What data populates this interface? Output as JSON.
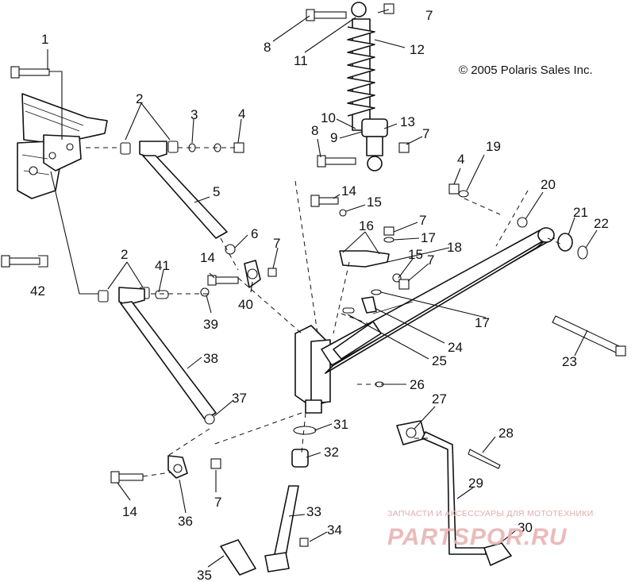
{
  "copyright": "© 2005 Polaris Sales Inc.",
  "watermark": {
    "top_text": "ЗАПЧАСТИ И АКСЕССУАРЫ ДЛЯ МОТОТЕХНИКИ",
    "brand_text": "PARTSPOR.RU"
  },
  "callouts": [
    "1",
    "2",
    "3",
    "4",
    "5",
    "6",
    "7",
    "8",
    "11",
    "12",
    "7",
    "10",
    "13",
    "9",
    "8",
    "7",
    "4",
    "19",
    "20",
    "14",
    "15",
    "21",
    "22",
    "7",
    "16",
    "17",
    "18",
    "2",
    "41",
    "15",
    "7",
    "14",
    "40",
    "42",
    "39",
    "17",
    "24",
    "25",
    "23",
    "38",
    "26",
    "37",
    "27",
    "31",
    "28",
    "32",
    "14",
    "36",
    "7",
    "29",
    "33",
    "34",
    "30",
    "35"
  ]
}
